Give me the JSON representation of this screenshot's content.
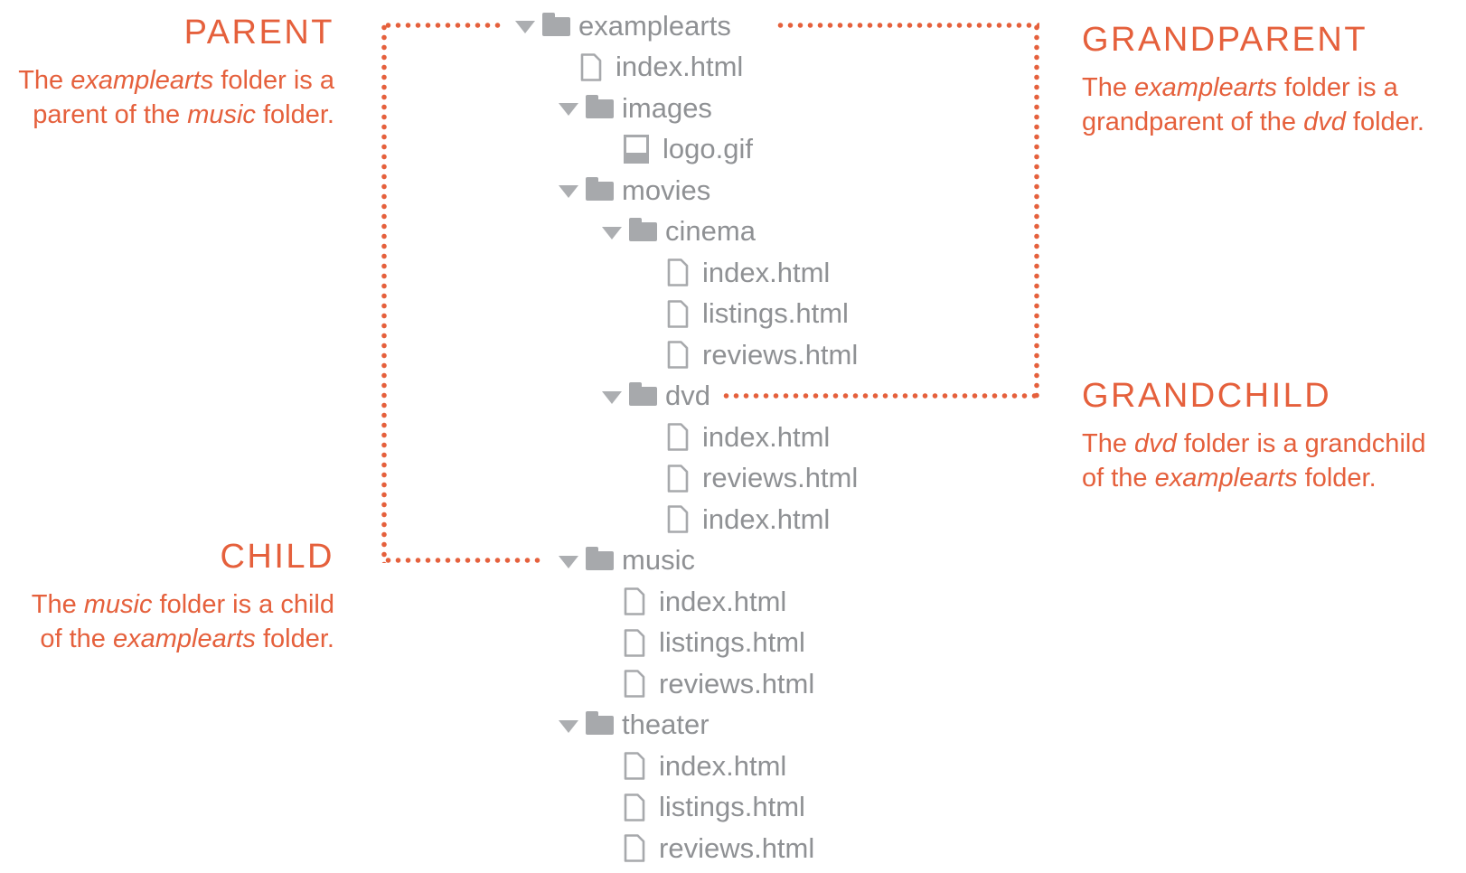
{
  "colors": {
    "accent": "#E5603C",
    "icon_gray": "#A7A9AC",
    "text_gray": "#8F9194"
  },
  "annotations": {
    "parent": {
      "title": "PARENT",
      "lines": [
        [
          {
            "t": "The "
          },
          {
            "t": "examplearts",
            "i": true
          },
          {
            "t": " folder is a"
          }
        ],
        [
          {
            "t": "parent of the "
          },
          {
            "t": "music",
            "i": true
          },
          {
            "t": " folder."
          }
        ]
      ]
    },
    "child": {
      "title": "CHILD",
      "lines": [
        [
          {
            "t": "The "
          },
          {
            "t": "music",
            "i": true
          },
          {
            "t": " folder is a child"
          }
        ],
        [
          {
            "t": "of the "
          },
          {
            "t": "examplearts",
            "i": true
          },
          {
            "t": " folder."
          }
        ]
      ]
    },
    "grandparent": {
      "title": "GRANDPARENT",
      "lines": [
        [
          {
            "t": "The "
          },
          {
            "t": "examplearts",
            "i": true
          },
          {
            "t": " folder is a"
          }
        ],
        [
          {
            "t": "grandparent of the "
          },
          {
            "t": "dvd",
            "i": true
          },
          {
            "t": " folder."
          }
        ]
      ]
    },
    "grandchild": {
      "title": "GRANDCHILD",
      "lines": [
        [
          {
            "t": "The "
          },
          {
            "t": "dvd",
            "i": true
          },
          {
            "t": " folder is a grandchild"
          }
        ],
        [
          {
            "t": "of the "
          },
          {
            "t": "examplearts",
            "i": true
          },
          {
            "t": " folder."
          }
        ]
      ]
    }
  },
  "tree": [
    {
      "type": "folder",
      "name": "examplearts",
      "level": 0
    },
    {
      "type": "file",
      "name": "index.html",
      "level": 1
    },
    {
      "type": "folder",
      "name": "images",
      "level": 1
    },
    {
      "type": "image",
      "name": "logo.gif",
      "level": 2
    },
    {
      "type": "folder",
      "name": "movies",
      "level": 1
    },
    {
      "type": "folder",
      "name": "cinema",
      "level": 2
    },
    {
      "type": "file",
      "name": "index.html",
      "level": 3
    },
    {
      "type": "file",
      "name": "listings.html",
      "level": 3
    },
    {
      "type": "file",
      "name": "reviews.html",
      "level": 3
    },
    {
      "type": "folder",
      "name": "dvd",
      "level": 2
    },
    {
      "type": "file",
      "name": "index.html",
      "level": 3
    },
    {
      "type": "file",
      "name": "reviews.html",
      "level": 3
    },
    {
      "type": "file",
      "name": "index.html",
      "level": 3
    },
    {
      "type": "folder",
      "name": "music",
      "level": 1
    },
    {
      "type": "file",
      "name": "index.html",
      "level": 2
    },
    {
      "type": "file",
      "name": "listings.html",
      "level": 2
    },
    {
      "type": "file",
      "name": "reviews.html",
      "level": 2
    },
    {
      "type": "folder",
      "name": "theater",
      "level": 1
    },
    {
      "type": "file",
      "name": "index.html",
      "level": 2
    },
    {
      "type": "file",
      "name": "listings.html",
      "level": 2
    },
    {
      "type": "file",
      "name": "reviews.html",
      "level": 2
    }
  ]
}
